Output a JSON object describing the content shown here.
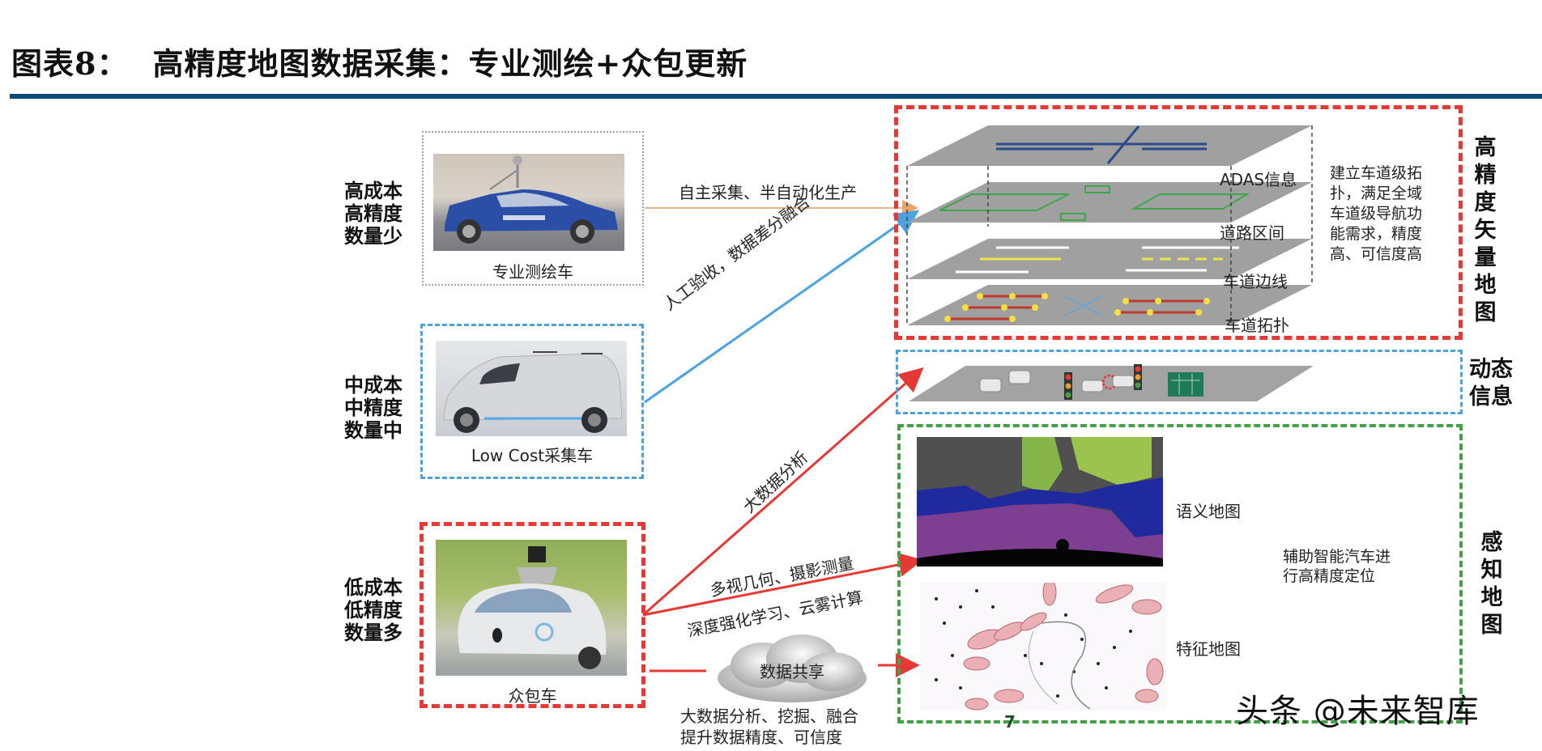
{
  "header": {
    "figure_number": "图表8：",
    "title": "高精度地图数据采集：专业测绘+众包更新",
    "rule_color": "#0c4a7a"
  },
  "sources": [
    {
      "tier_lines": [
        "高成本",
        "高精度",
        "数量少"
      ],
      "vehicle_caption": "专业测绘车",
      "box_style": "gray-dotted",
      "icon": "survey-car-photo"
    },
    {
      "tier_lines": [
        "中成本",
        "中精度",
        "数量中"
      ],
      "vehicle_caption": "Low Cost采集车",
      "box_style": "blue-dashed",
      "icon": "van-photo"
    },
    {
      "tier_lines": [
        "低成本",
        "低精度",
        "数量多"
      ],
      "vehicle_caption": "众包车",
      "box_style": "red-dashed",
      "icon": "self-driving-car-photo"
    }
  ],
  "edges": {
    "survey_to_hd": "自主采集、半自动化生产",
    "lowcost_to_hd": "人工验收，数据差分融合",
    "crowd_to_dynamic": "大数据分析",
    "crowd_to_semantic_1": "多视几何、摄影测量",
    "crowd_to_semantic_2": "深度强化学习、云雾计算",
    "cloud_label": "数据共享",
    "cloud_caption_1": "大数据分析、挖掘、融合",
    "cloud_caption_2": "提升数据精度、可信度"
  },
  "hd_vector_map": {
    "side_title": [
      "高",
      "精",
      "度",
      "矢",
      "量",
      "地",
      "图"
    ],
    "layers": [
      "ADAS信息",
      "道路区间",
      "车道边线",
      "车道拓扑"
    ],
    "description": "建立车道级拓扑，满足全域车道级导航功能需求，精度高、可信度高",
    "description_lines": [
      "建立车道级拓",
      "扑，满足全域",
      "车道级导航功",
      "能需求，精度",
      "高、可信度高"
    ]
  },
  "dynamic_info": {
    "side_title": [
      "动态",
      "信息"
    ]
  },
  "perception_map": {
    "side_title": [
      "感",
      "知",
      "地",
      "图"
    ],
    "maps": [
      "语义地图",
      "特征地图"
    ],
    "description_lines": [
      "辅助智能汽车进",
      "行高精度定位"
    ],
    "page_marker": "7"
  },
  "colors": {
    "red": "#e53935",
    "blue": "#4aa3df",
    "green": "#43a047",
    "orange_line": "#e8b48a",
    "layer_gray": "#a0a0a0"
  },
  "watermark": "头条 @未来智库"
}
